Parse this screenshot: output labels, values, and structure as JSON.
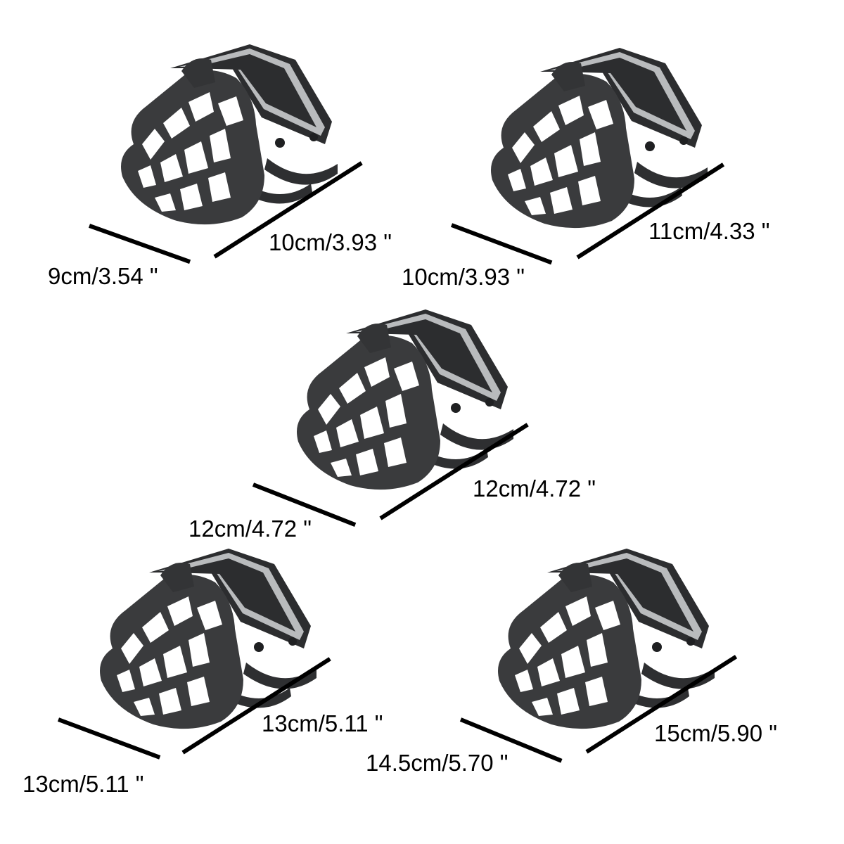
{
  "muzzle_color": "#3a3b3d",
  "reflective_strip_color": "#b9bbbd",
  "muzzles": [
    {
      "length_label": "10cm/3.93 \"",
      "width_label": "9cm/3.54 \""
    },
    {
      "length_label": "11cm/4.33 \"",
      "width_label": "10cm/3.93 \""
    },
    {
      "length_label": "12cm/4.72 \"",
      "width_label": "12cm/4.72 \""
    },
    {
      "length_label": "13cm/5.11 \"",
      "width_label": "13cm/5.11 \""
    },
    {
      "length_label": "15cm/5.90 \"",
      "width_label": "14.5cm/5.70 \""
    }
  ]
}
